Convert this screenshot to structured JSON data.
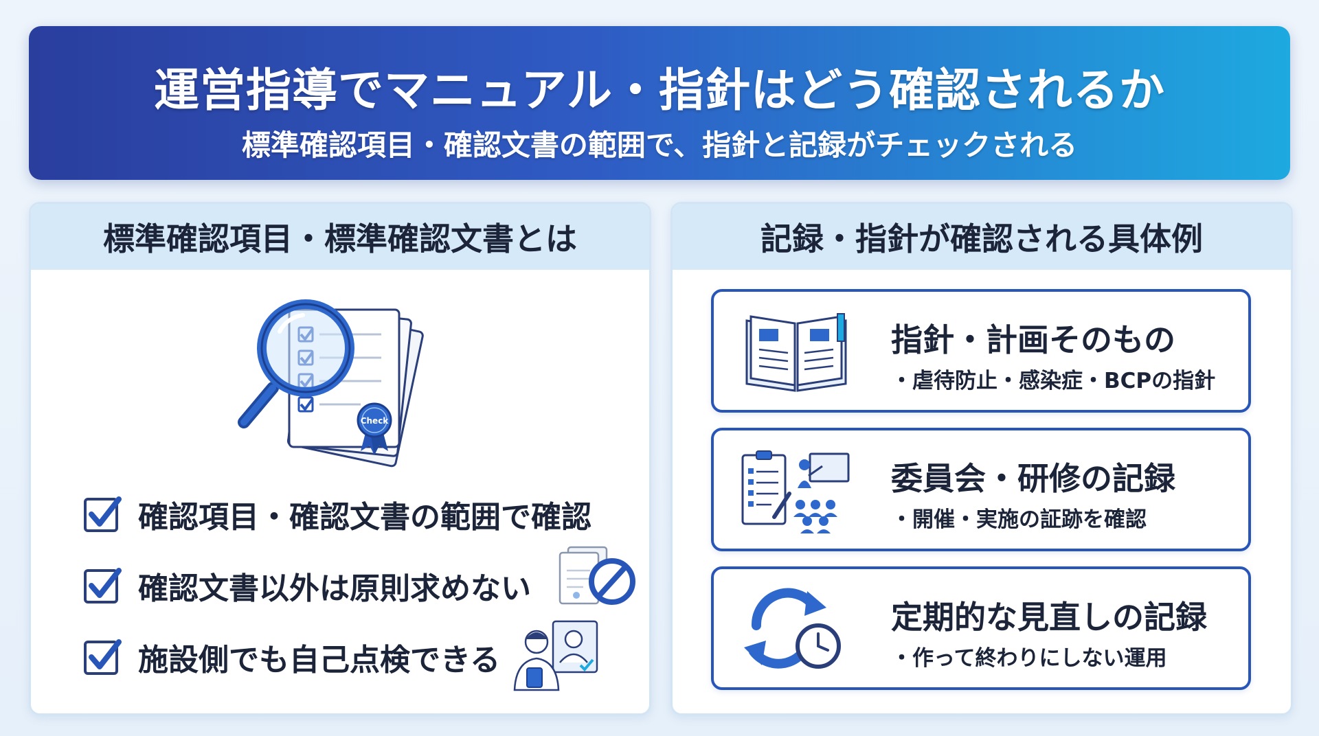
{
  "header": {
    "title": "運営指導でマニュアル・指針はどう確認されるか",
    "subtitle": "標準確認項目・確認文書の範囲で、指針と記録がチェックされる"
  },
  "left_panel": {
    "heading": "標準確認項目・標準確認文書とは",
    "badge_text": "Check",
    "items": [
      {
        "label": "確認項目・確認文書の範囲で確認"
      },
      {
        "label": "確認文書以外は原則求めない"
      },
      {
        "label": "施設側でも自己点検できる"
      }
    ]
  },
  "right_panel": {
    "heading": "記録・指針が確認される具体例",
    "cards": [
      {
        "title": "指針・計画そのもの",
        "detail": "・虐待防止・感染症・BCPの指針",
        "icon": "open-book-icon"
      },
      {
        "title": "委員会・研修の記録",
        "detail": "・開催・実施の証跡を確認",
        "icon": "training-icon"
      },
      {
        "title": "定期的な見直しの記録",
        "detail": "・作って終わりにしない運用",
        "icon": "refresh-clock-icon"
      }
    ]
  },
  "colors": {
    "primary": "#2856b8",
    "accent": "#1ea9e0",
    "header_start": "#2a3e9e",
    "panel_head": "#d6e9f8"
  }
}
